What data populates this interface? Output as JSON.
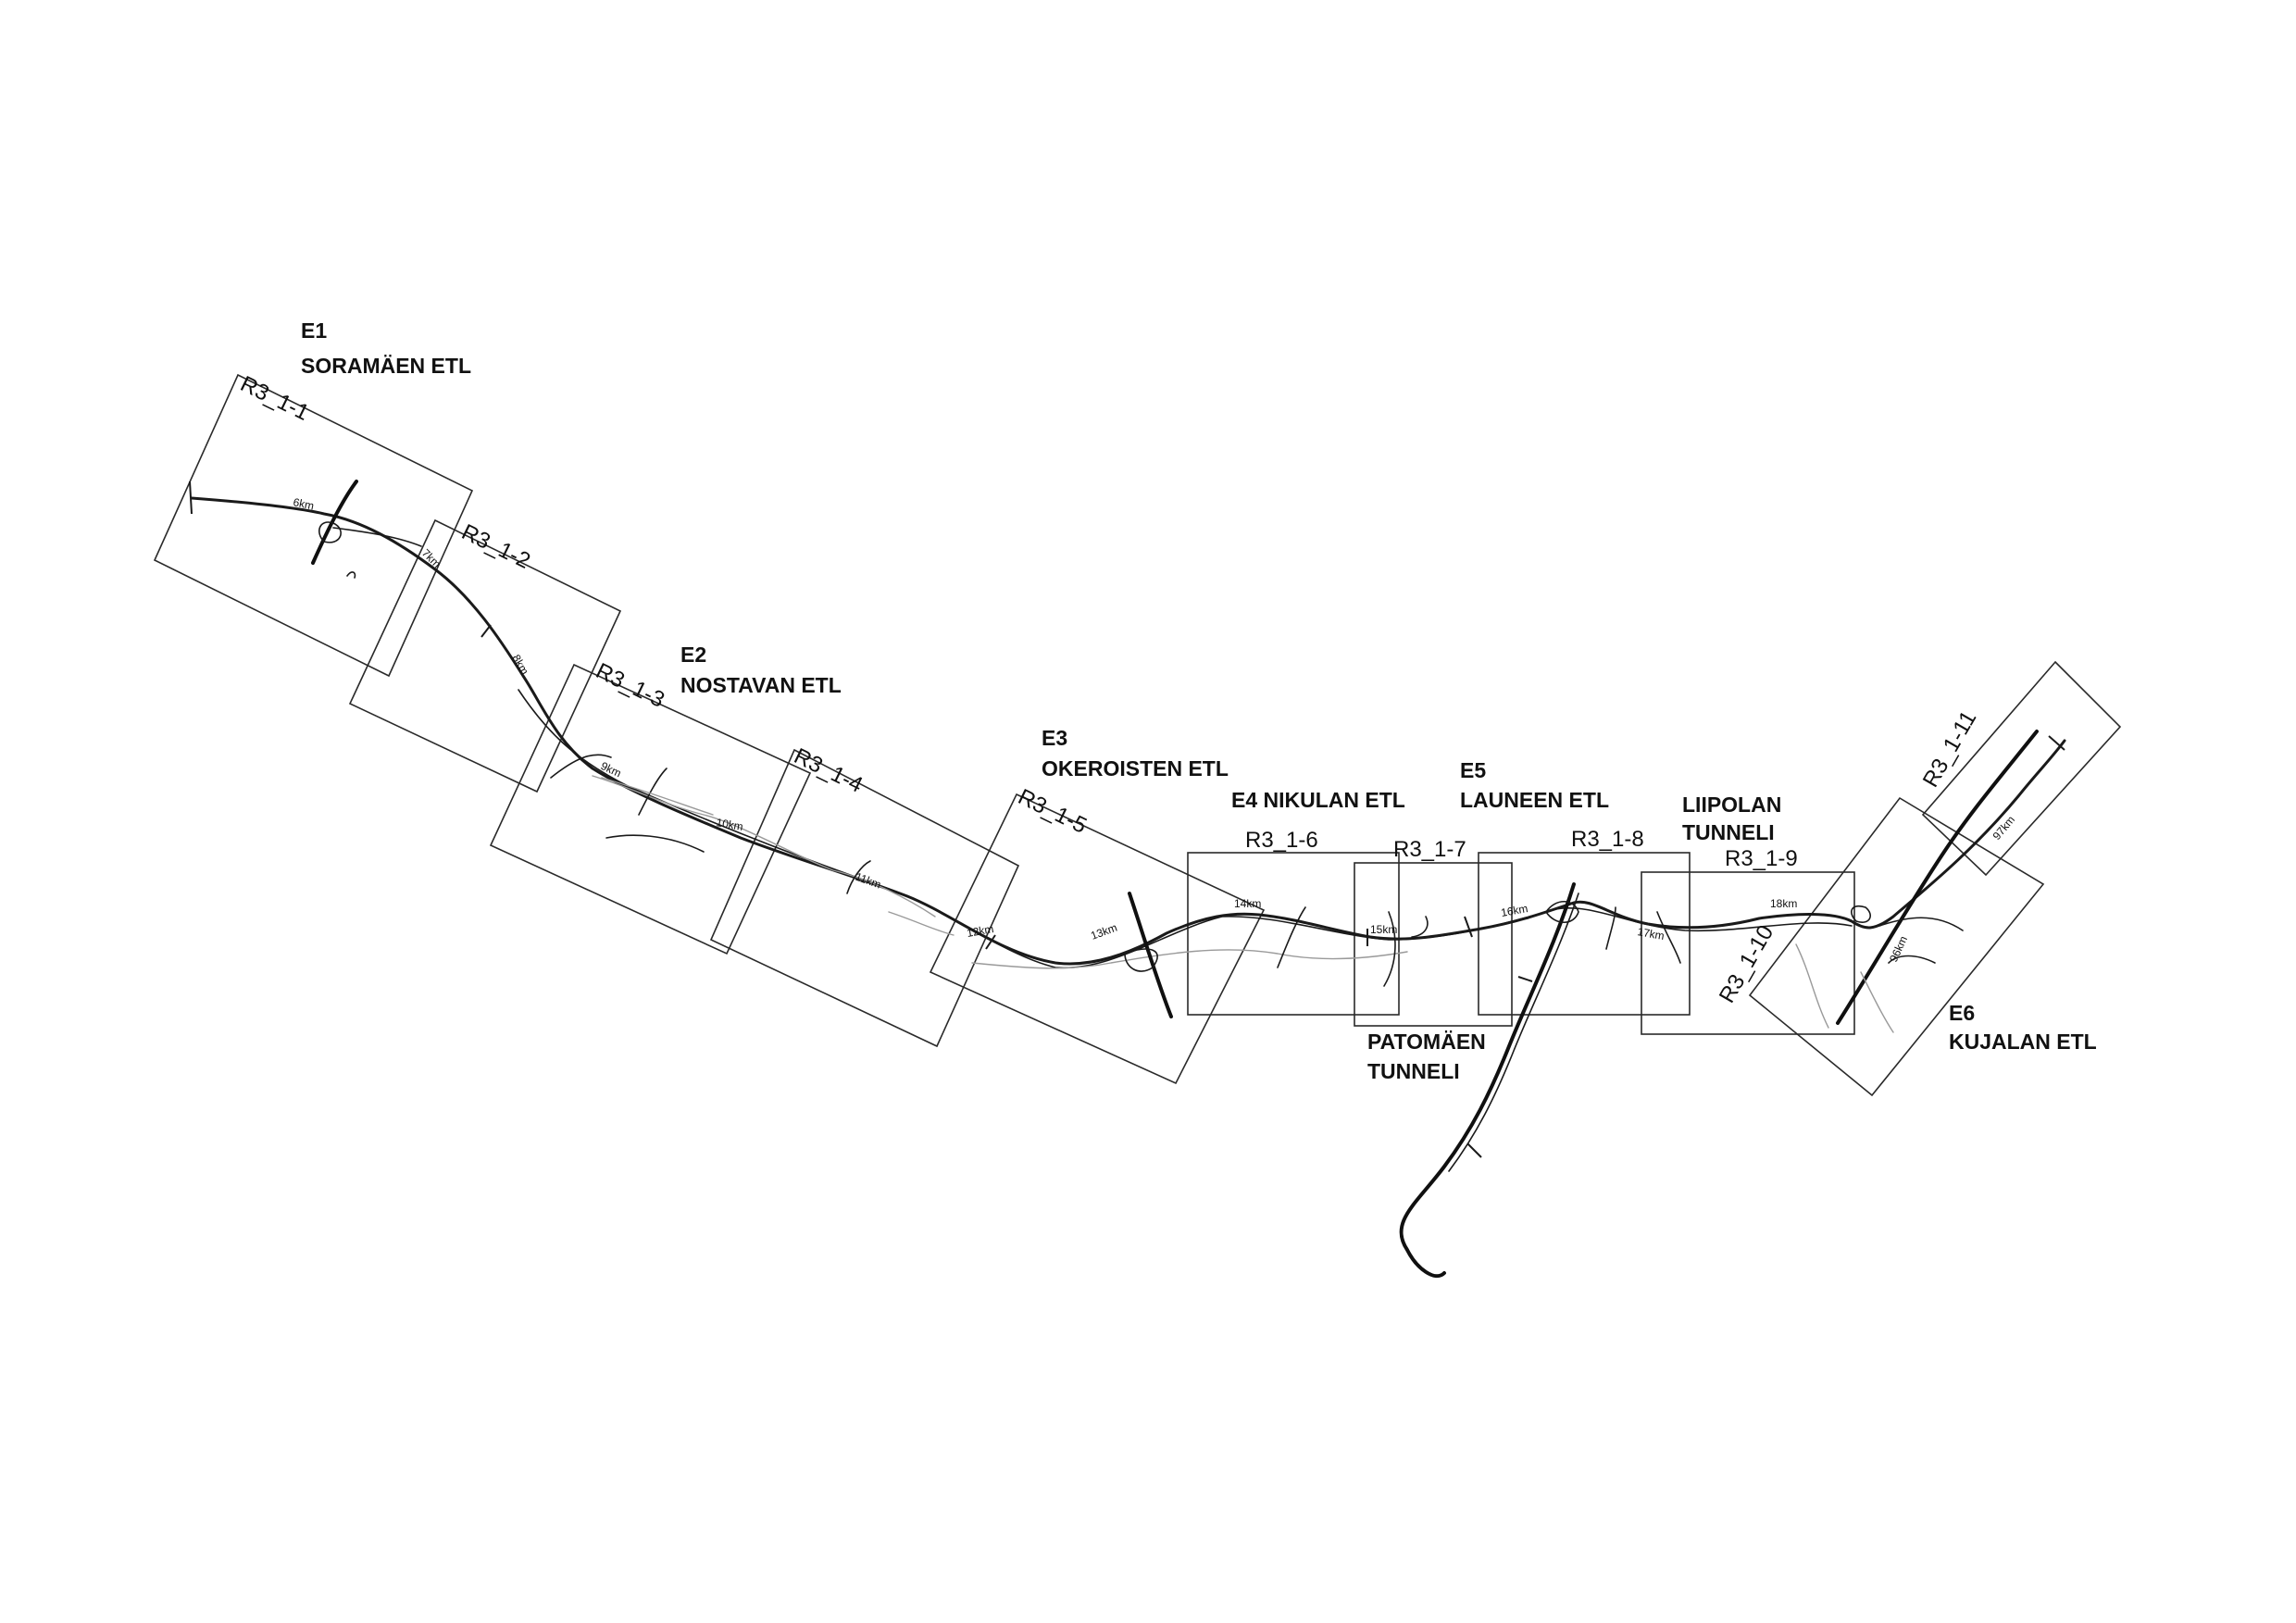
{
  "sheets": [
    {
      "id": "s1",
      "label": "R3_1-1"
    },
    {
      "id": "s2",
      "label": "R3_1-2"
    },
    {
      "id": "s3",
      "label": "R3_1-3"
    },
    {
      "id": "s4",
      "label": "R3_1-4"
    },
    {
      "id": "s5",
      "label": "R3_1-5"
    },
    {
      "id": "s6",
      "label": "R3_1-6"
    },
    {
      "id": "s7",
      "label": "R3_1-7"
    },
    {
      "id": "s8",
      "label": "R3_1-8"
    },
    {
      "id": "s9",
      "label": "R3_1-9"
    },
    {
      "id": "s10",
      "label": "R3_1-10"
    },
    {
      "id": "s11",
      "label": "R3_1-11"
    }
  ],
  "zones": [
    {
      "id": "e1",
      "lines": [
        "E1",
        "SORAMÄEN ETL"
      ]
    },
    {
      "id": "e2",
      "lines": [
        "E2",
        "NOSTAVAN ETL"
      ]
    },
    {
      "id": "e3",
      "lines": [
        "E3",
        "OKEROISTEN ETL"
      ]
    },
    {
      "id": "e4",
      "lines": [
        "E4 NIKULAN ETL"
      ]
    },
    {
      "id": "e5",
      "lines": [
        "E5",
        "LAUNEEN ETL"
      ]
    },
    {
      "id": "liipola",
      "lines": [
        "LIIPOLAN",
        "TUNNELI"
      ]
    },
    {
      "id": "patomaki",
      "lines": [
        "PATOMÄEN",
        "TUNNELI"
      ]
    },
    {
      "id": "e6",
      "lines": [
        "E6",
        "KUJALAN ETL"
      ]
    }
  ],
  "km_markers": [
    "6km",
    "7km",
    "8km",
    "9km",
    "10km",
    "11km",
    "12km",
    "13km",
    "14km",
    "15km",
    "16km",
    "17km",
    "18km",
    "96km",
    "97km"
  ]
}
